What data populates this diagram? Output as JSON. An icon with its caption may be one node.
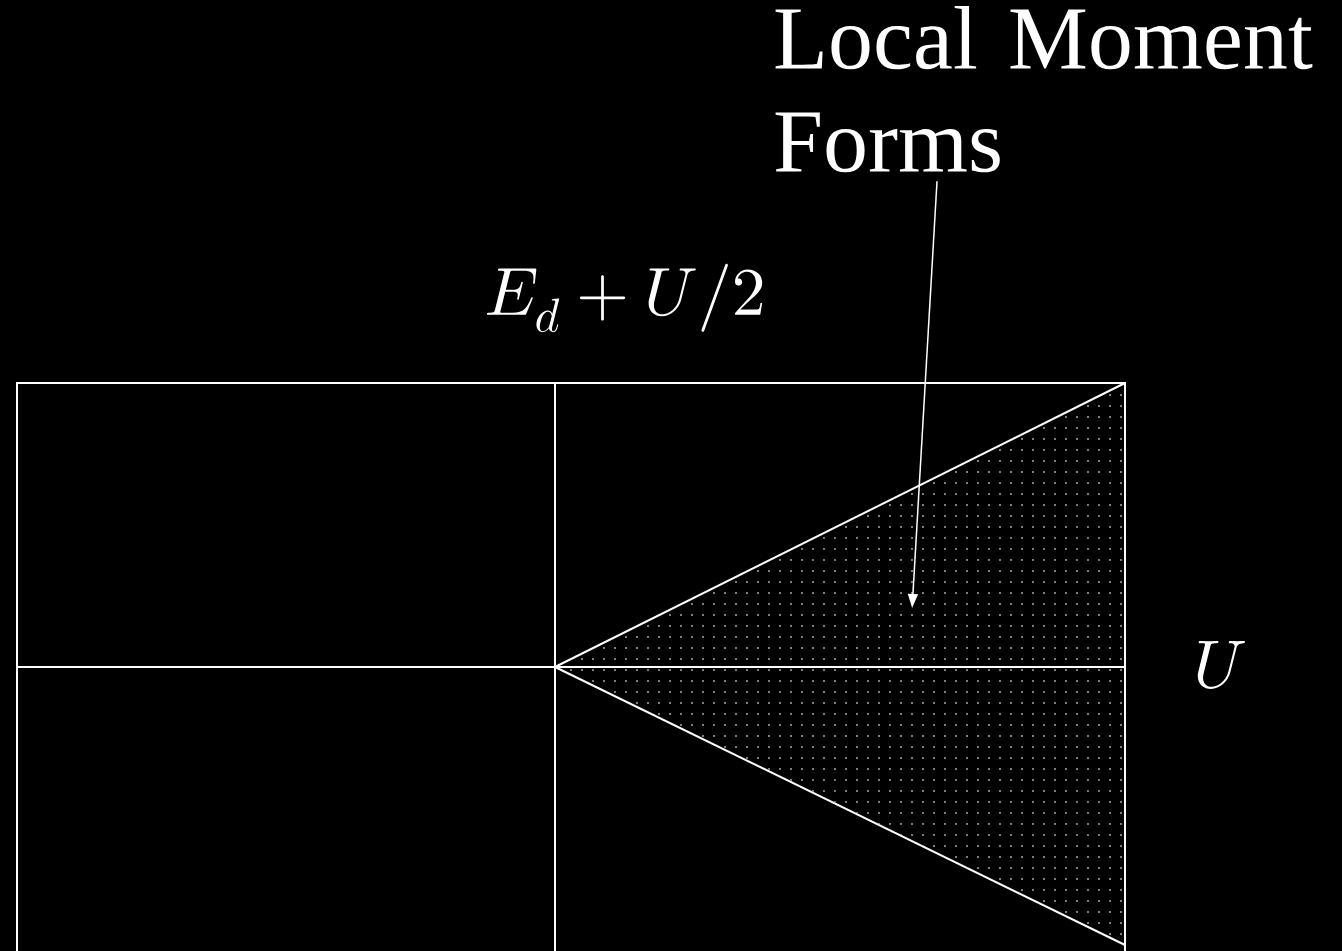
{
  "diagram": {
    "nodes": [
      {
        "text": [
          "Local Moment Forms"
        ]
      },
      {
        "text": [],
        "shape": "triangle"
      }
    ],
    "edges": [
      {
        "from": 0,
        "to": 1,
        "arrow": "to"
      }
    ],
    "labels": [
      "E_d + U / 2",
      "U"
    ]
  }
}
